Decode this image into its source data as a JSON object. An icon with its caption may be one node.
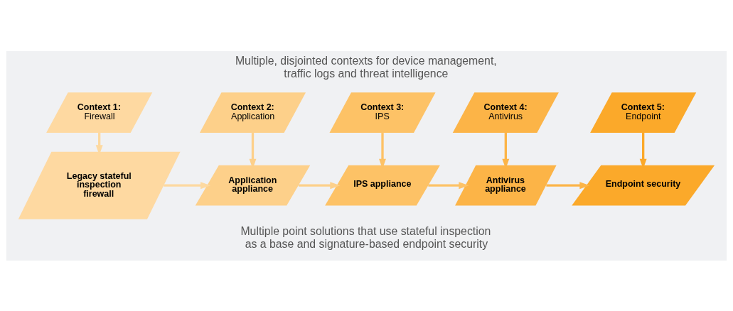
{
  "diagram": {
    "title": "Multiple, disjointed contexts for device management, traffic logs and threat intelligence",
    "caption": "Multiple point solutions that use stateful inspection as a base and signature-based endpoint security",
    "nodes": [
      {
        "text": [
          "Context 1:",
          "Firewall"
        ]
      },
      {
        "text": [
          "Context 2:",
          "Application"
        ]
      },
      {
        "text": [
          "Context 3:",
          "IPS"
        ]
      },
      {
        "text": [
          "Context 4:",
          "Antivirus"
        ]
      },
      {
        "text": [
          "Context 5:",
          "Endpoint"
        ]
      },
      {
        "text": [
          "Legacy stateful inspection firewall"
        ]
      },
      {
        "text": [
          "Application appliance"
        ]
      },
      {
        "text": [
          "IPS appliance"
        ]
      },
      {
        "text": [
          "Antivirus appliance"
        ]
      },
      {
        "text": [
          "Endpoint security"
        ]
      }
    ],
    "edges": [
      {
        "from": 0,
        "to": 5,
        "arrow": "to",
        "color": "#fdd9a0"
      },
      {
        "from": 1,
        "to": 6,
        "arrow": "to",
        "color": "#fdd08a"
      },
      {
        "from": 2,
        "to": 7,
        "arrow": "to",
        "color": "#fdc266"
      },
      {
        "from": 3,
        "to": 8,
        "arrow": "to",
        "color": "#fcb447"
      },
      {
        "from": 4,
        "to": 9,
        "arrow": "to",
        "color": "#fba92a"
      },
      {
        "from": 5,
        "to": 6,
        "arrow": "to",
        "color": "#fdd9a0"
      },
      {
        "from": 6,
        "to": 7,
        "arrow": "to",
        "color": "#fdd08a"
      },
      {
        "from": 7,
        "to": 8,
        "arrow": "to",
        "color": "#fdc266"
      },
      {
        "from": 8,
        "to": 9,
        "arrow": "to",
        "color": "#fcb447"
      }
    ]
  }
}
